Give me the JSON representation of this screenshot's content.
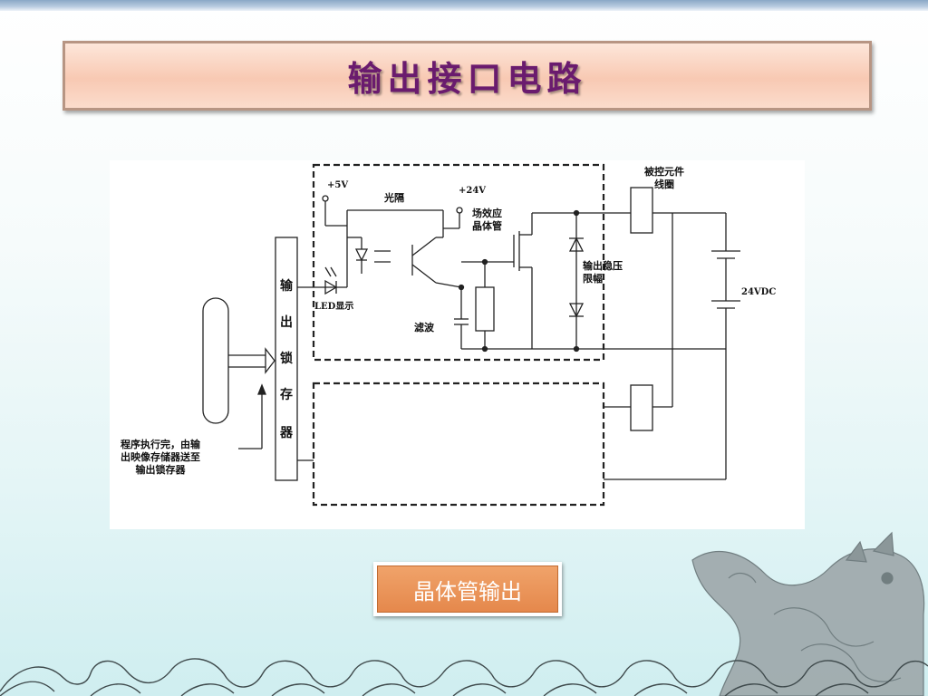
{
  "slide": {
    "title": "输出接口电路",
    "caption_button": "晶体管输出"
  },
  "diagram": {
    "labels": {
      "plus5v": "+5V",
      "plus24v": "+24V",
      "optocoupler": "光隔",
      "fet": "场效应\n晶体管",
      "led_display": "LED显示",
      "filter": "滤波",
      "output_clamp": "输出稳压\n限幅",
      "load": "被控元件\n线圈",
      "supply": "24VDC",
      "program_note": "程序执行完，由输\n出映像存储器送至\n输出锁存器"
    },
    "latch_chars": [
      "输",
      "出",
      "锁",
      "存",
      "器"
    ]
  },
  "colors": {
    "title_text": "#6a1b6e",
    "title_bg": "#f8c9b3",
    "caption_bg": "#e5884c",
    "line": "#222222"
  },
  "icons": [
    "dragon-decoration-icon",
    "wave-border-icon"
  ]
}
